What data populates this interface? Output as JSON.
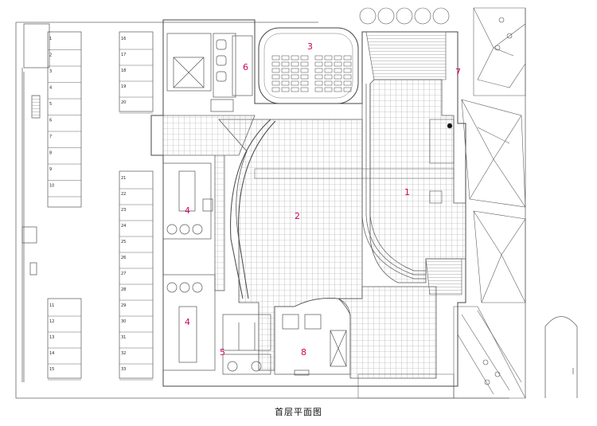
{
  "caption": "首层平面图",
  "zones": [
    {
      "id": "1",
      "label": "1"
    },
    {
      "id": "2",
      "label": "2"
    },
    {
      "id": "3",
      "label": "3"
    },
    {
      "id": "4a",
      "label": "4"
    },
    {
      "id": "4b",
      "label": "4"
    },
    {
      "id": "5",
      "label": "5"
    },
    {
      "id": "6",
      "label": "6"
    },
    {
      "id": "7",
      "label": "7"
    },
    {
      "id": "8",
      "label": "8"
    }
  ],
  "parking": {
    "left_col": [
      "1",
      "2",
      "3",
      "4",
      "5",
      "6",
      "7",
      "8",
      "9",
      "10"
    ],
    "left_col_lower": [
      "11",
      "12",
      "13",
      "14",
      "15"
    ],
    "mid_col_upper": [
      "16",
      "17",
      "18",
      "19",
      "20"
    ],
    "mid_col_lower": [
      "21",
      "22",
      "23",
      "24",
      "25",
      "26",
      "27",
      "28",
      "29",
      "30",
      "31",
      "32",
      "33"
    ]
  },
  "colors": {
    "line": "#555555",
    "grid": "#8a8a8a",
    "accent": "#d0005f"
  }
}
